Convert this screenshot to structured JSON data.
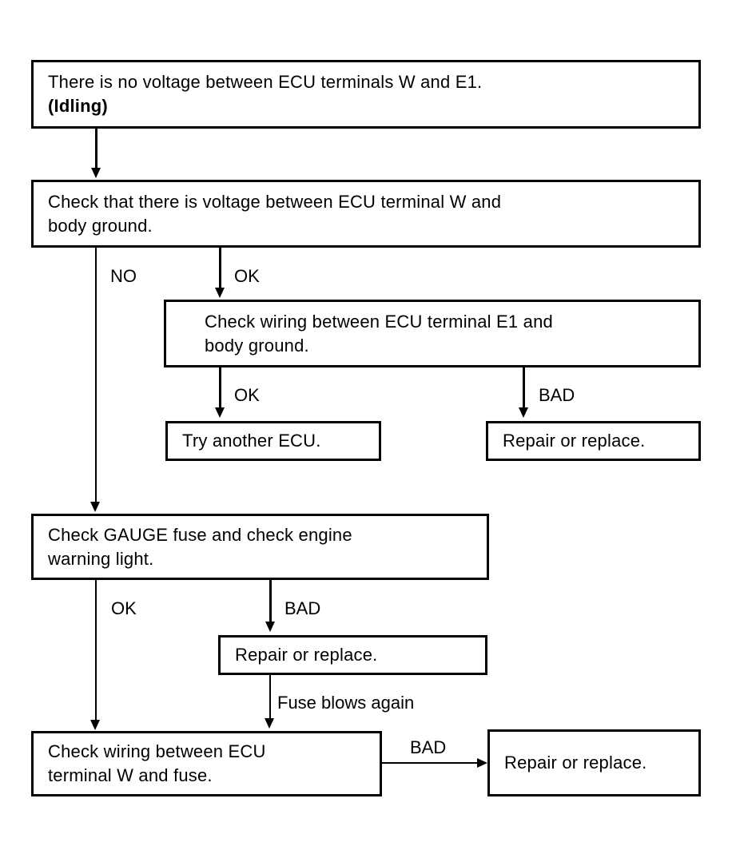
{
  "diagram": {
    "title": "ECU terminal W no-voltage troubleshooting flowchart",
    "type": "flowchart",
    "colors": {
      "stroke": "#000000",
      "fill": "#ffffff",
      "text": "#000000"
    },
    "nodes": [
      {
        "id": "start",
        "line1": "There is no voltage between ECU terminals W and E1.",
        "line2": "(Idling)"
      },
      {
        "id": "check-w-body-ground",
        "line1": "Check that there is voltage between ECU terminal W and",
        "line2": "body ground."
      },
      {
        "id": "check-e1-wiring",
        "line1": "Check wiring between ECU terminal E1 and",
        "line2": "body ground."
      },
      {
        "id": "try-another-ecu",
        "line1": "Try another ECU.",
        "line2": ""
      },
      {
        "id": "repair-or-replace-e1",
        "line1": "Repair or replace.",
        "line2": ""
      },
      {
        "id": "check-gauge-fuse",
        "line1": "Check GAUGE fuse and check engine",
        "line2": "warning light."
      },
      {
        "id": "repair-or-replace-fuse",
        "line1": "Repair or replace.",
        "line2": ""
      },
      {
        "id": "check-w-fuse-wiring",
        "line1": "Check wiring between ECU",
        "line2": "terminal W and fuse."
      },
      {
        "id": "repair-or-replace-wiring",
        "line1": "Repair or replace.",
        "line2": ""
      }
    ],
    "edge_labels": {
      "no_branch": "NO",
      "ok_branch_1": "OK",
      "ok_branch_2": "OK",
      "bad_branch_1": "BAD",
      "ok_branch_3": "OK",
      "bad_branch_2": "BAD",
      "fuse_blows_again": "Fuse blows again",
      "bad_branch_3": "BAD"
    }
  }
}
